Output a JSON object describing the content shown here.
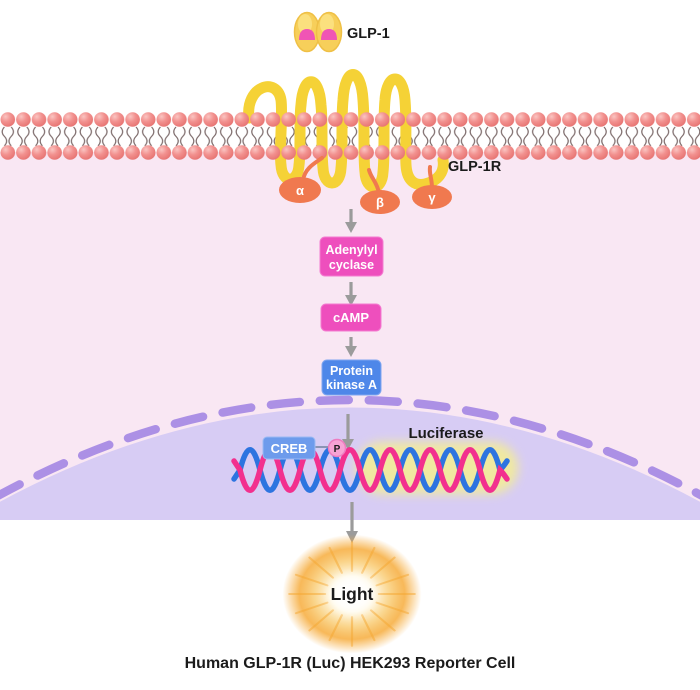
{
  "colors": {
    "cytoplasm": "#F9E7F3",
    "membrane_head": "#F2918F",
    "receptor_yellow": "#F5D236",
    "g_protein_orange": "#F0794F",
    "pink_box": "#EE4FBD",
    "blue_box": "#4E87E9",
    "creb_blue": "#6D9BEC",
    "phosphate_pink": "#F7A3D4",
    "dna_blue": "#2D74E0",
    "dna_pink": "#F2308E",
    "nucleus_fill": "#D7CCF4",
    "nucleus_border": "#AC90E5",
    "luciferase_glow": "#F0E9A0",
    "light_orange": "#F6A832",
    "arrow_gray": "#9B9B9B",
    "ligand_yellow": "#F7CF5A",
    "ligand_dome": "#F055B5"
  },
  "ligand": {
    "label": "GLP-1"
  },
  "receptor": {
    "label": "GLP-1R"
  },
  "g_protein": {
    "alpha": "α",
    "beta": "β",
    "gamma": "γ"
  },
  "pathway": {
    "adenylyl_cyclase": {
      "line1": "Adenylyl",
      "line2": "cyclase"
    },
    "camp": {
      "label": "cAMP"
    },
    "pka": {
      "line1": "Protein",
      "line2": "kinase A"
    }
  },
  "nucleus": {
    "creb_label": "CREB",
    "phosphate_label": "P",
    "luciferase_label": "Luciferase"
  },
  "output": {
    "light_label": "Light"
  },
  "caption": "Human GLP-1R (Luc) HEK293 Reporter Cell"
}
